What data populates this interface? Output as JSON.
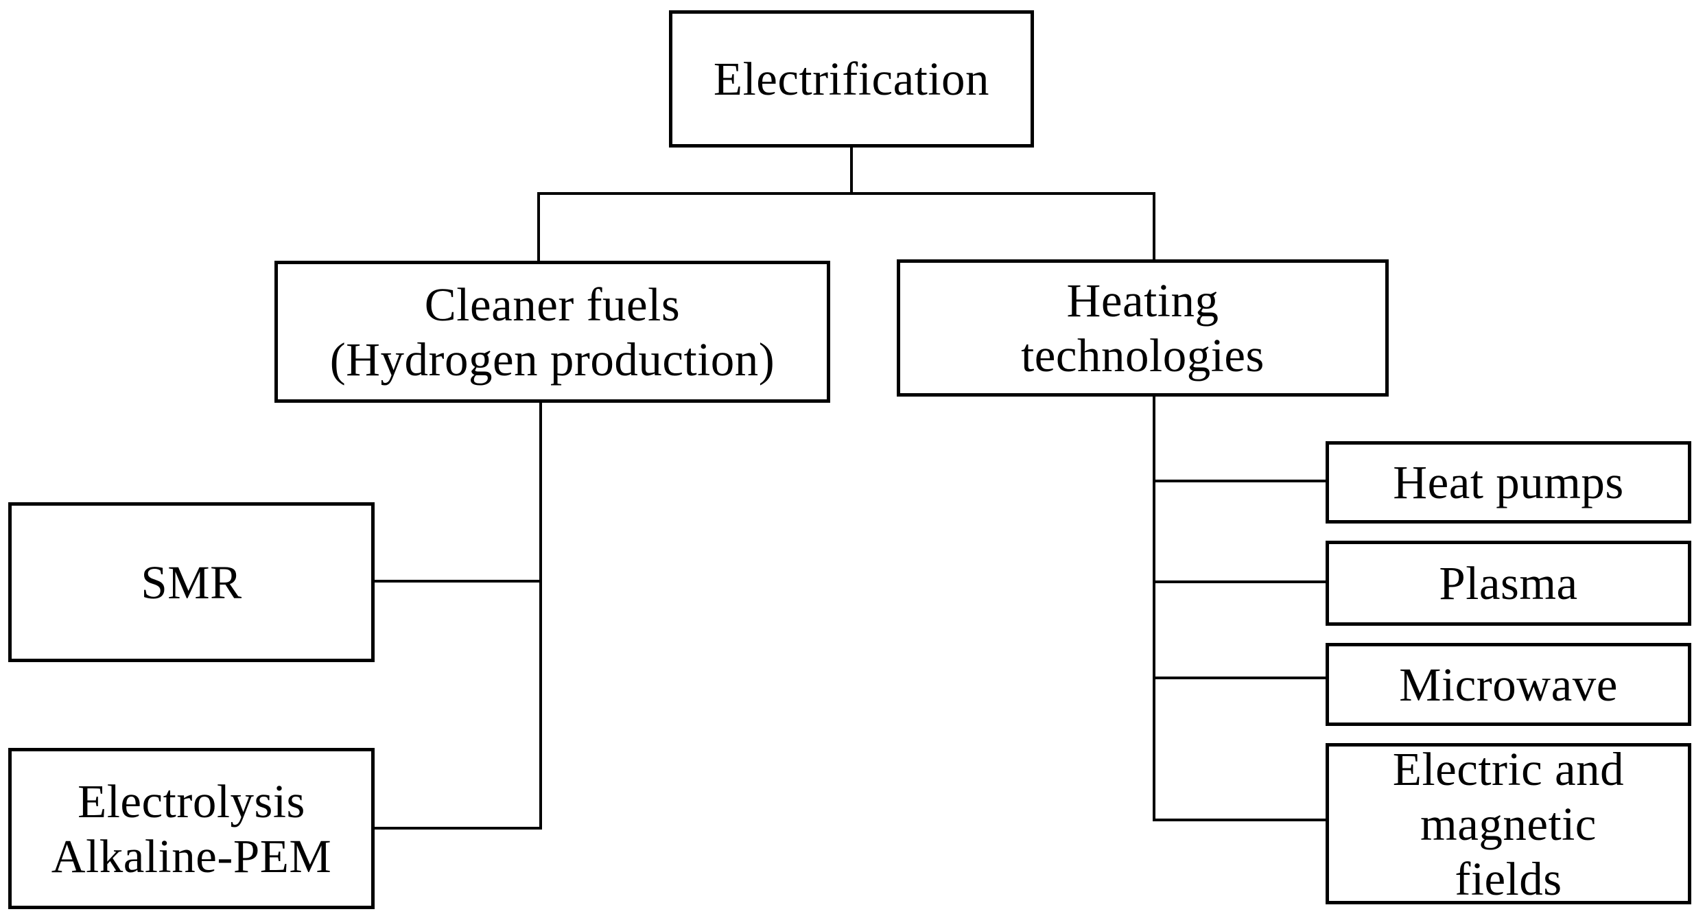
{
  "figure": {
    "type": "hierarchy-flowchart",
    "background_color": "#ffffff",
    "box_fill_color": "#ffffff",
    "box_border_color": "#000000",
    "line_color": "#000000",
    "text_color": "#000000",
    "nodes": {
      "root": {
        "label": "Electrification"
      },
      "cleaner_fuels": {
        "label": "Cleaner fuels\n(Hydrogen production)",
        "parent": "root"
      },
      "heating": {
        "label": "Heating\ntechnologies",
        "parent": "root"
      },
      "smr": {
        "label": "SMR",
        "parent": "cleaner_fuels"
      },
      "electrolysis": {
        "label": "Electrolysis\nAlkaline-PEM",
        "parent": "cleaner_fuels"
      },
      "heat_pumps": {
        "label": "Heat pumps",
        "parent": "heating"
      },
      "plasma": {
        "label": "Plasma",
        "parent": "heating"
      },
      "microwave": {
        "label": "Microwave",
        "parent": "heating"
      },
      "emf": {
        "label": "Electric and\nmagnetic\nfields",
        "parent": "heating"
      }
    }
  }
}
